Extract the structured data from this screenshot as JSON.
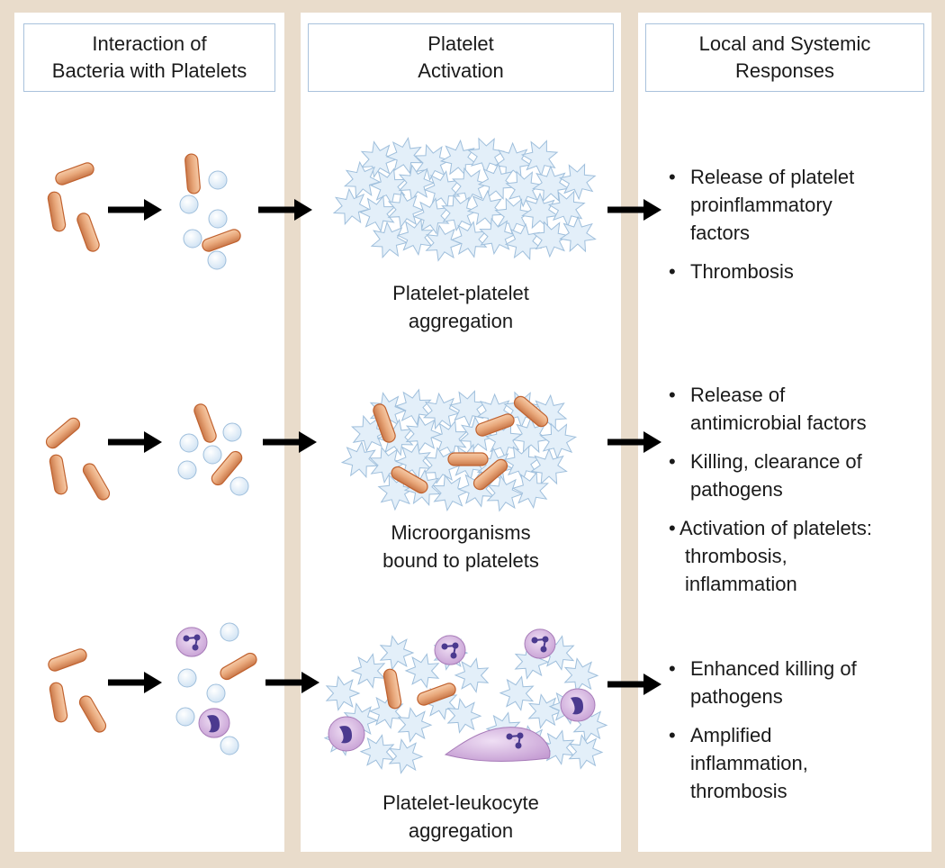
{
  "columns": [
    {
      "title_lines": [
        "Interaction of",
        "Bacteria with Platelets"
      ]
    },
    {
      "title_lines": [
        "Platelet",
        "Activation"
      ]
    },
    {
      "title_lines": [
        "Local and Systemic",
        "Responses"
      ]
    }
  ],
  "rows": [
    {
      "caption_lines": [
        "Platelet-platelet",
        "aggregation"
      ],
      "responses": [
        {
          "lines": [
            "Release of platelet",
            "proinflammatory",
            "factors"
          ]
        },
        {
          "lines": [
            "Thrombosis"
          ]
        }
      ]
    },
    {
      "caption_lines": [
        "Microorganisms",
        "bound to platelets"
      ],
      "responses": [
        {
          "lines": [
            "Release of",
            "antimicrobial factors"
          ]
        },
        {
          "lines": [
            "Killing, clearance of",
            "pathogens"
          ]
        },
        {
          "lines": [
            "Activation of platelets:",
            "thrombosis,",
            "inflammation"
          ]
        }
      ]
    },
    {
      "caption_lines": [
        "Platelet-leukocyte",
        "aggregation"
      ],
      "responses": [
        {
          "lines": [
            "Enhanced killing of",
            "pathogens"
          ]
        },
        {
          "lines": [
            "Amplified",
            "inflammation,",
            "thrombosis"
          ]
        }
      ]
    }
  ],
  "bullet_symbol": "•",
  "colors": {
    "background": "#e9dccb",
    "panel": "#ffffff",
    "header_border": "#a9c2dc",
    "bacterium": "#e8a77a",
    "bacterium_edge": "#c0622f",
    "platelet": "#dcebf7",
    "platelet_edge": "#9fbfdc",
    "leukocyte": "#d7b6e0",
    "leukocyte_nucleus": "#4b3a8f",
    "arrow": "#000000"
  },
  "icons": {
    "bacterium": "rod-bacterium-icon",
    "platelet": "resting-platelet-icon",
    "activated_platelet": "activated-platelet-icon",
    "leukocyte": "leukocyte-icon",
    "arrow": "arrow-right-icon"
  }
}
